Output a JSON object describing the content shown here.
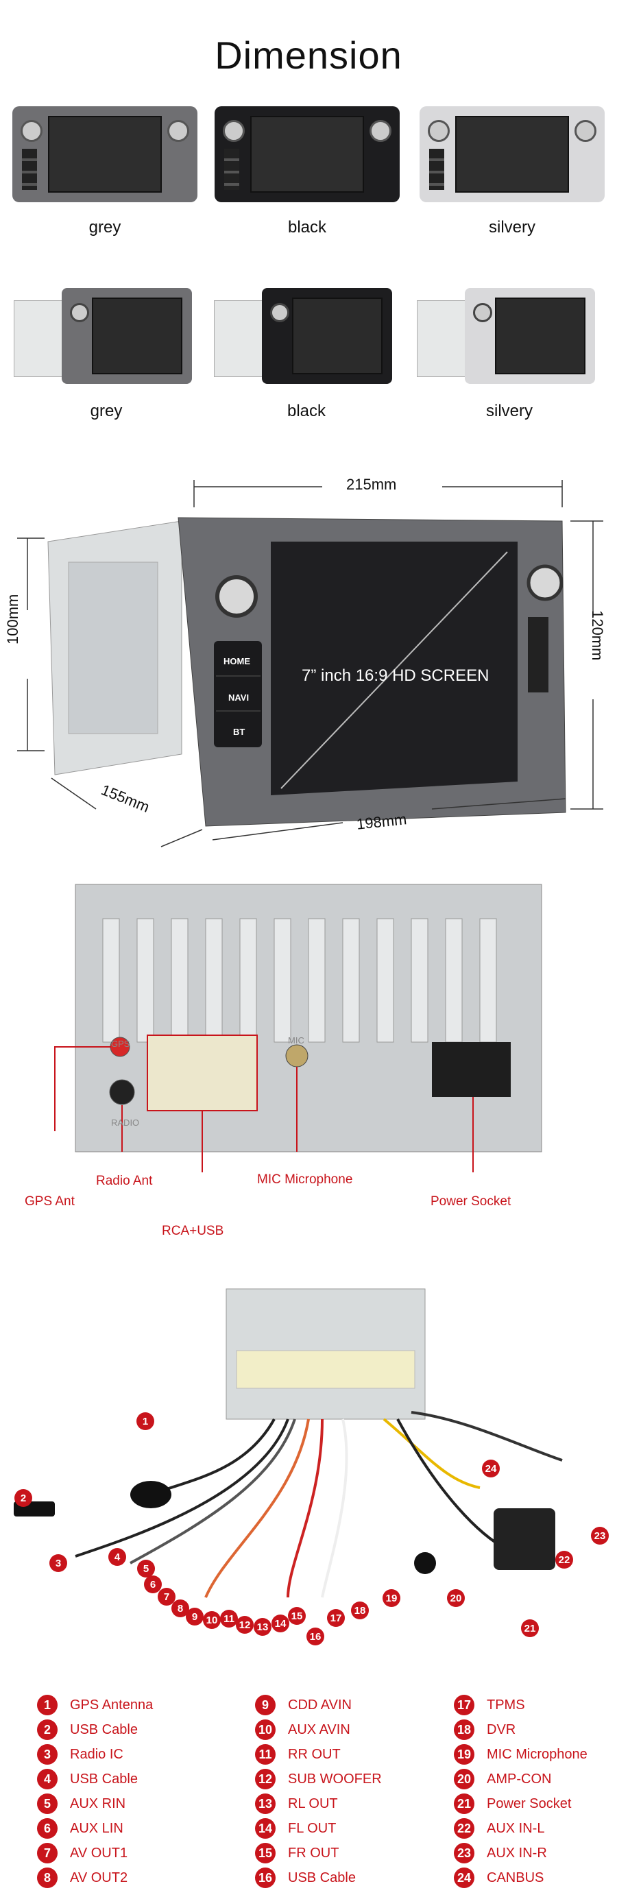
{
  "title": "Dimension",
  "color_variants_front": [
    {
      "label": "grey",
      "color": "#6f6f72"
    },
    {
      "label": "black",
      "color": "#1d1d1f"
    },
    {
      "label": "silvery",
      "color": "#d9d9db"
    }
  ],
  "color_variants_angled": [
    {
      "label": "grey",
      "color": "#6f6f72"
    },
    {
      "label": "black",
      "color": "#1d1d1f"
    },
    {
      "label": "silvery",
      "color": "#d9d9db"
    }
  ],
  "dimensions": {
    "width_top": "215mm",
    "height_left": "100mm",
    "height_right": "120mm",
    "depth": "155mm",
    "width_bottom": "198mm",
    "screen_text": "7” inch 16:9 HD SCREEN",
    "buttons": [
      "HOME",
      "NAVI",
      "BT"
    ]
  },
  "rear_panel": {
    "labels": {
      "gps_ant": "GPS Ant",
      "radio_ant": "Radio Ant",
      "rca_usb": "RCA+USB",
      "mic": "MIC Microphone",
      "power": "Power Socket"
    },
    "port_marks": {
      "gps": "GPS",
      "radio": "RADIO",
      "mic": "MIC"
    }
  },
  "accent_color": "#c8141b",
  "legend": [
    {
      "n": "1",
      "label": "GPS Antenna"
    },
    {
      "n": "2",
      "label": "USB Cable"
    },
    {
      "n": "3",
      "label": "Radio IC"
    },
    {
      "n": "4",
      "label": "USB Cable"
    },
    {
      "n": "5",
      "label": "AUX RIN"
    },
    {
      "n": "6",
      "label": "AUX LIN"
    },
    {
      "n": "7",
      "label": "AV OUT1"
    },
    {
      "n": "8",
      "label": "AV OUT2"
    },
    {
      "n": "9",
      "label": "CDD AVIN"
    },
    {
      "n": "10",
      "label": "AUX AVIN"
    },
    {
      "n": "11",
      "label": "RR OUT"
    },
    {
      "n": "12",
      "label": "SUB WOOFER"
    },
    {
      "n": "13",
      "label": "RL OUT"
    },
    {
      "n": "14",
      "label": "FL OUT"
    },
    {
      "n": "15",
      "label": "FR OUT"
    },
    {
      "n": "16",
      "label": "USB Cable"
    },
    {
      "n": "17",
      "label": "TPMS"
    },
    {
      "n": "18",
      "label": "DVR"
    },
    {
      "n": "19",
      "label": "MIC Microphone"
    },
    {
      "n": "20",
      "label": "AMP-CON"
    },
    {
      "n": "21",
      "label": "Power Socket"
    },
    {
      "n": "22",
      "label": "AUX  IN-L"
    },
    {
      "n": "23",
      "label": "AUX  IN-R"
    },
    {
      "n": "24",
      "label": "CANBUS"
    }
  ],
  "wiring_markers": [
    "1",
    "2",
    "3",
    "4",
    "5",
    "6",
    "7",
    "8",
    "9",
    "10",
    "11",
    "12",
    "13",
    "14",
    "15",
    "16",
    "17",
    "18",
    "19",
    "20",
    "21",
    "22",
    "23",
    "24"
  ]
}
